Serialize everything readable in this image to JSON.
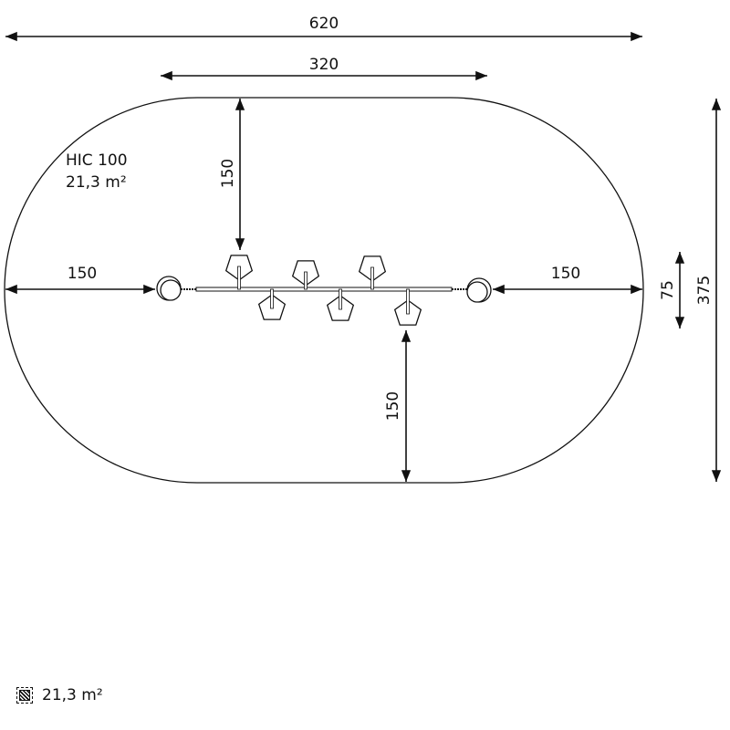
{
  "product": {
    "code": "HIC 100",
    "area": "21,3 m²"
  },
  "dimensions": {
    "total_width": "620",
    "equipment_width": "320",
    "top_clearance": "150",
    "left_clearance": "150",
    "right_clearance": "150",
    "bottom_clearance": "150",
    "equipment_depth": "75",
    "total_depth": "375"
  },
  "legend": {
    "icon": "hatched-area-icon",
    "area": "21,3 m²"
  }
}
